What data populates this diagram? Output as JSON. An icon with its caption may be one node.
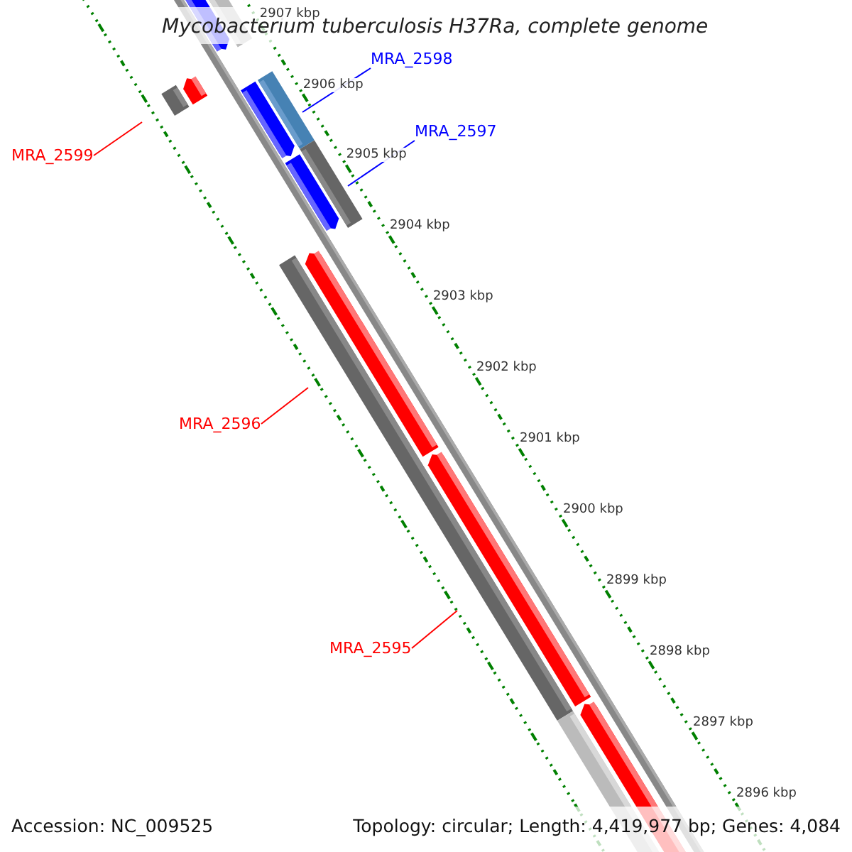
{
  "diagram": {
    "title": "Mycobacterium tuberculosis H37Ra, complete genome",
    "nodes": [
      {
        "text": [
          "MRA_2599"
        ]
      },
      {
        "text": [
          "MRA_2598"
        ]
      },
      {
        "text": [
          "MRA_2597"
        ]
      },
      {
        "text": [
          "MRA_2596"
        ]
      },
      {
        "text": [
          "MRA_2595"
        ]
      }
    ],
    "edges": [
      {
        "from": 0,
        "to": null,
        "arrow": "none"
      },
      {
        "from": 1,
        "to": null,
        "arrow": "none",
        "color": "#0000ff"
      },
      {
        "from": 2,
        "to": null,
        "arrow": "none",
        "color": "#0000ff"
      },
      {
        "from": 3,
        "to": null,
        "arrow": "none"
      },
      {
        "from": 4,
        "to": null,
        "arrow": "none"
      }
    ],
    "labels": [
      "2907 kbp",
      "2906 kbp",
      "2905 kbp",
      "2904 kbp",
      "2903 kbp",
      "2902 kbp",
      "2901 kbp",
      "2900 kbp",
      "2899 kbp",
      "2898 kbp",
      "2897 kbp",
      "2896 kbp",
      "Accession: NC_009525",
      "Topology: circular; Length: 4,419,977 bp; Genes: 4,084"
    ]
  }
}
